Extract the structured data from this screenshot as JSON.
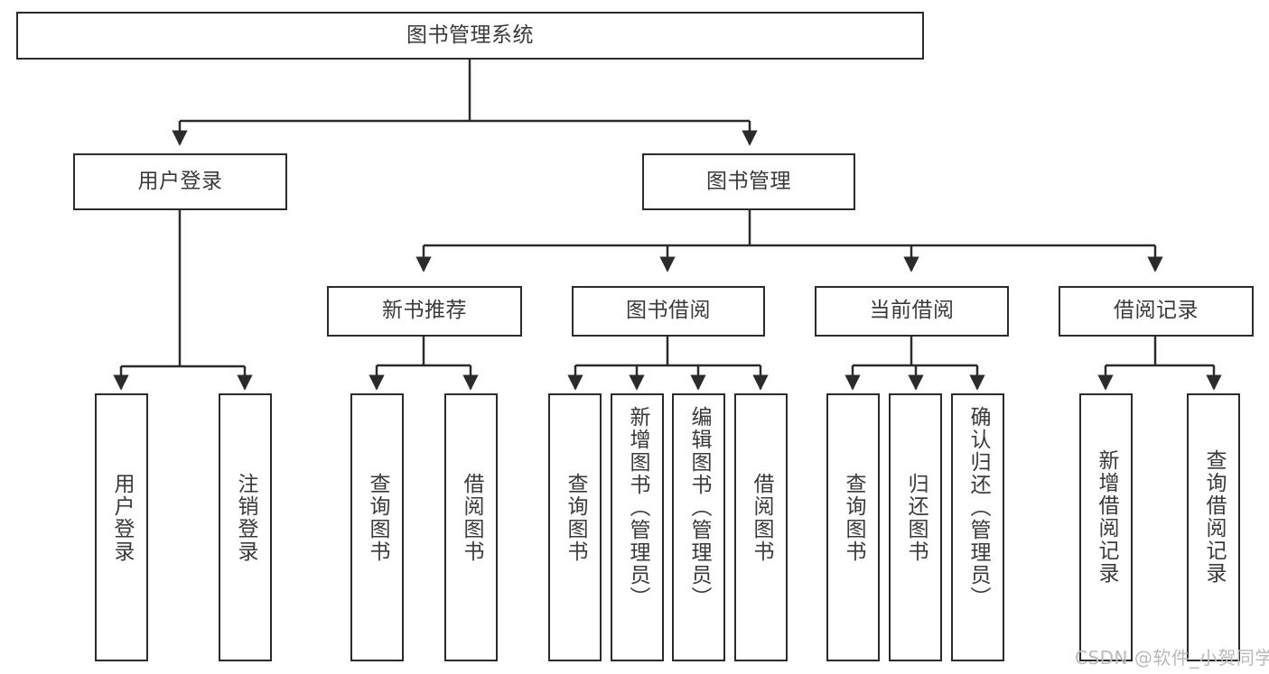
{
  "diagram": {
    "title": "图书管理系统",
    "type": "tree-hierarchy",
    "watermark": "CSDN @软件_小贺同学",
    "colors": {
      "stroke": "#2b2b2b",
      "text": "#3a3a3a",
      "background": "#ffffff",
      "watermark": "#b9b9b9"
    },
    "nodes": {
      "root": {
        "label": "图书管理系统"
      },
      "level2": [
        {
          "id": "user-login",
          "label": "用户登录"
        },
        {
          "id": "book-manage",
          "label": "图书管理"
        }
      ],
      "level3": [
        {
          "id": "new-book-rec",
          "label": "新书推荐"
        },
        {
          "id": "book-borrow",
          "label": "图书借阅"
        },
        {
          "id": "current-borrow",
          "label": "当前借阅"
        },
        {
          "id": "borrow-record",
          "label": "借阅记录"
        }
      ],
      "leaves": {
        "user_login": [
          {
            "id": "leaf-user-login",
            "label": "用户登录"
          },
          {
            "id": "leaf-logout",
            "label": "注销登录"
          }
        ],
        "new_book_rec": [
          {
            "id": "leaf-query-book-1",
            "label": "查询图书"
          },
          {
            "id": "leaf-borrow-book-1",
            "label": "借阅图书"
          }
        ],
        "book_borrow": [
          {
            "id": "leaf-query-book-2",
            "label": "查询图书"
          },
          {
            "id": "leaf-add-book",
            "label": "新增图书（管理员）"
          },
          {
            "id": "leaf-edit-book",
            "label": "编辑图书（管理员）"
          },
          {
            "id": "leaf-borrow-book-2",
            "label": "借阅图书"
          }
        ],
        "current_borrow": [
          {
            "id": "leaf-query-book-3",
            "label": "查询图书"
          },
          {
            "id": "leaf-return-book",
            "label": "归还图书"
          },
          {
            "id": "leaf-confirm-return",
            "label": "确认归还（管理员）"
          }
        ],
        "borrow_record": [
          {
            "id": "leaf-add-record",
            "label": "新增借阅记录"
          },
          {
            "id": "leaf-query-record",
            "label": "查询借阅记录"
          }
        ]
      }
    }
  }
}
